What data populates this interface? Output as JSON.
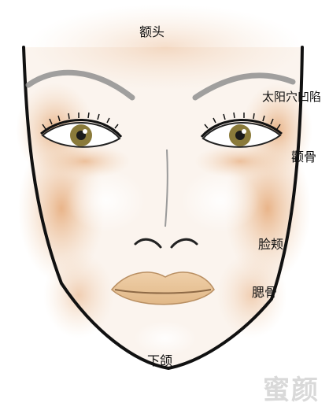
{
  "labels": {
    "forehead": "额头",
    "temple": "太阳穴凹陷",
    "cheekbone": "颧骨",
    "cheek": "脸颊",
    "jaw_bone": "腮骨",
    "chin": "下颌"
  },
  "watermark": "蜜颜",
  "colors": {
    "outline": "#111111",
    "shadow": "#e9b98f",
    "highlight": "#f7efe7",
    "lips": "#e8c59c",
    "iris": "#8a7a3a"
  }
}
